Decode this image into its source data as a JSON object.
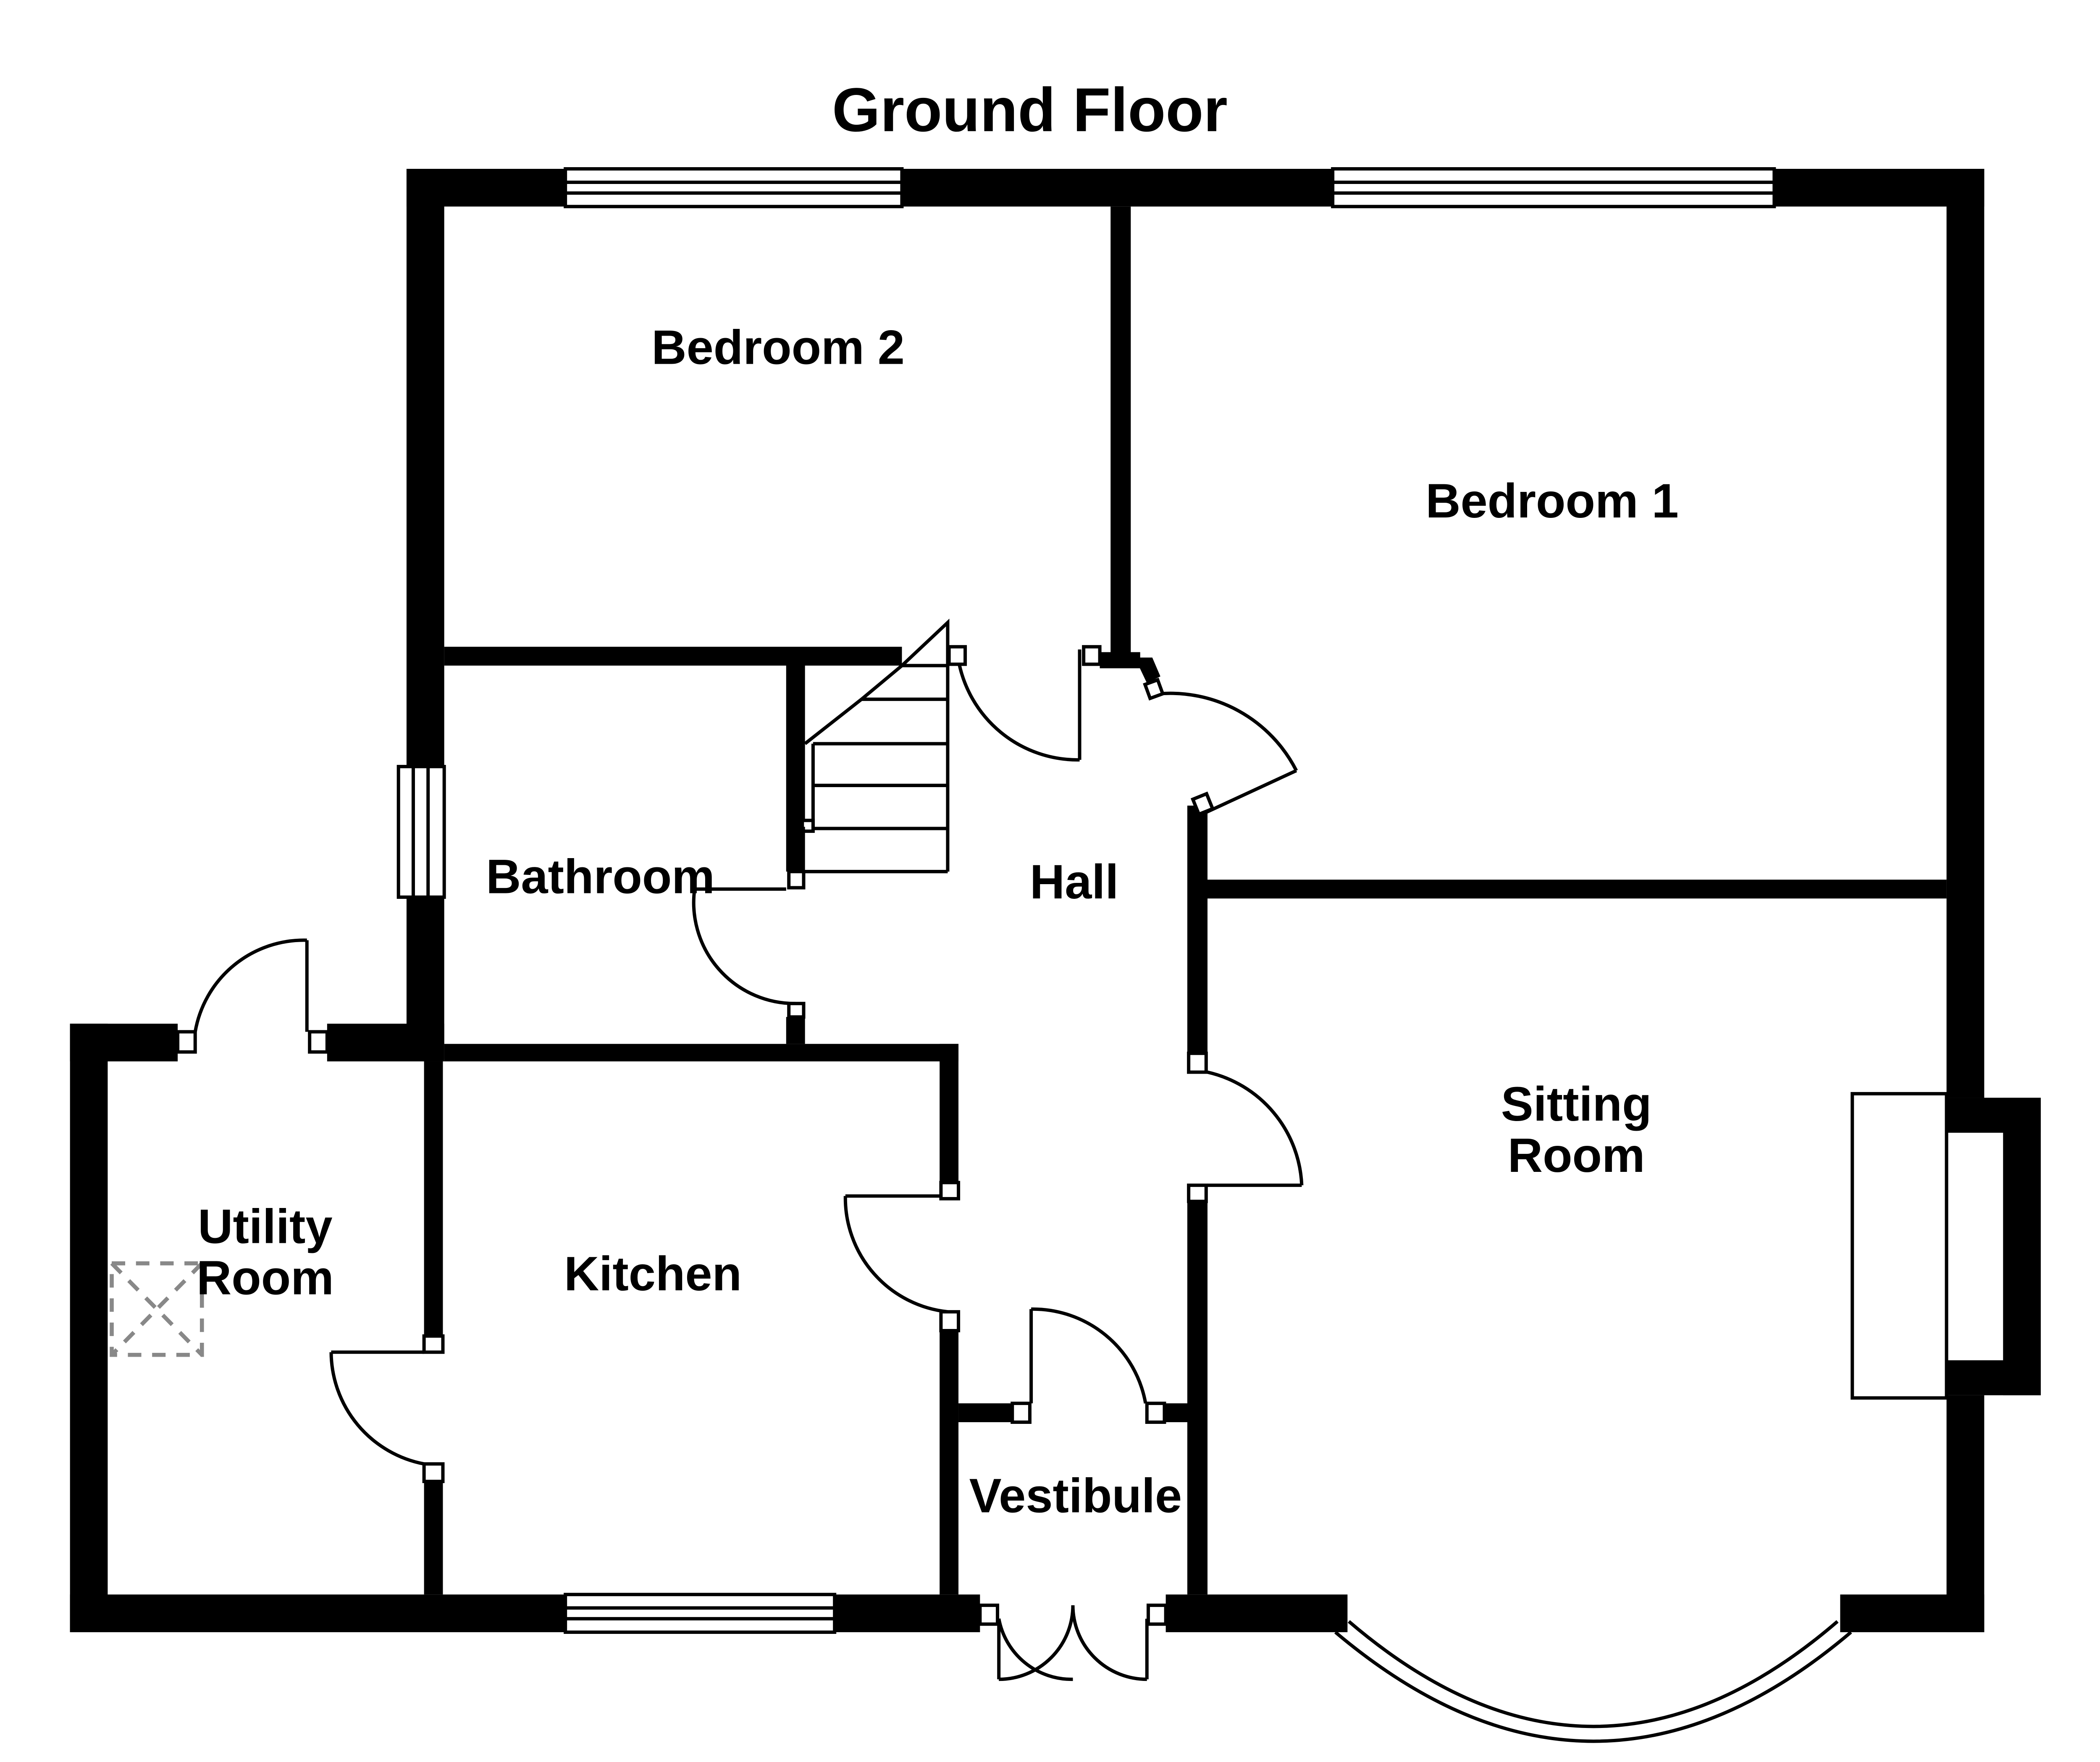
{
  "plan": {
    "title": "Ground Floor",
    "rooms": {
      "bedroom_2": [
        "Bedroom 2"
      ],
      "bedroom_1": [
        "Bedroom 1"
      ],
      "bathroom": [
        "Bathroom"
      ],
      "hall": [
        "Hall"
      ],
      "sitting_room": [
        "Sitting",
        "Room"
      ],
      "utility_room": [
        "Utility",
        "Room"
      ],
      "kitchen": [
        "Kitchen"
      ],
      "vestibule": [
        "Vestibule"
      ]
    }
  }
}
